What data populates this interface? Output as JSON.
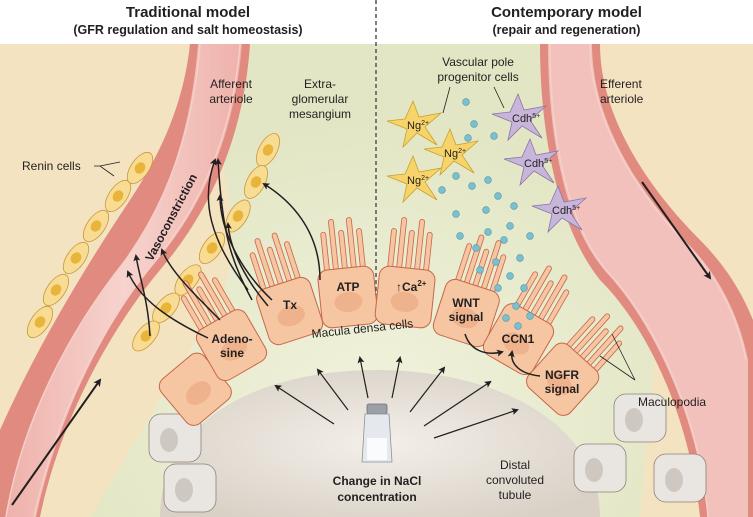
{
  "header": {
    "left": {
      "title": "Traditional model",
      "subtitle": "(GFR regulation and salt homeostasis)"
    },
    "right": {
      "title": "Contemporary model",
      "subtitle": "(repair and regeneration)"
    }
  },
  "labels": {
    "afferent_1": "Afferent",
    "afferent_2": "arteriole",
    "efferent_1": "Efferent",
    "efferent_2": "arteriole",
    "egm_1": "Extra-",
    "egm_2": "glomerular",
    "egm_3": "mesangium",
    "vpp_1": "Vascular pole",
    "vpp_2": "progenitor cells",
    "renin": "Renin cells",
    "vasoconstriction": "Vasoconstriction",
    "macula_densa": "Macula densa cells",
    "maculopodia": "Maculopodia",
    "dct_1": "Distal",
    "dct_2": "convoluted",
    "dct_3": "tubule",
    "nacl_1": "Change in NaCl",
    "nacl_2": "concentration"
  },
  "cell_labels": {
    "adenosine_1": "Adeno-",
    "adenosine_2": "sine",
    "tx": "Tx",
    "atp": "ATP",
    "ca_arrow": "↑",
    "ca": "Ca",
    "ca_sup": "2+",
    "wnt_1": "WNT",
    "wnt_2": "signal",
    "ccn1": "CCN1",
    "ngfr_1": "NGFR",
    "ngfr_2": "signal"
  },
  "progenitors": {
    "ng": {
      "base": "Ng",
      "sup": "2+"
    },
    "cdh": {
      "base": "Cdh",
      "sup": "5+"
    }
  },
  "colors": {
    "left_bg": "#f4e3c1",
    "middle_bg": "#e8ebcf",
    "arteriole_wall": "#e08a80",
    "arteriole_lumen": "#f2c1bb",
    "renin_cell": "#f8dc94",
    "renin_nucleus": "#e9b43a",
    "md_cell": "#f6c6a2",
    "md_border": "#c8664a",
    "dct_cell": "#e9e6e2",
    "ng_cell": "#f6d46a",
    "cdh_cell": "#c8b6da",
    "dot": "#7cc0cf"
  }
}
